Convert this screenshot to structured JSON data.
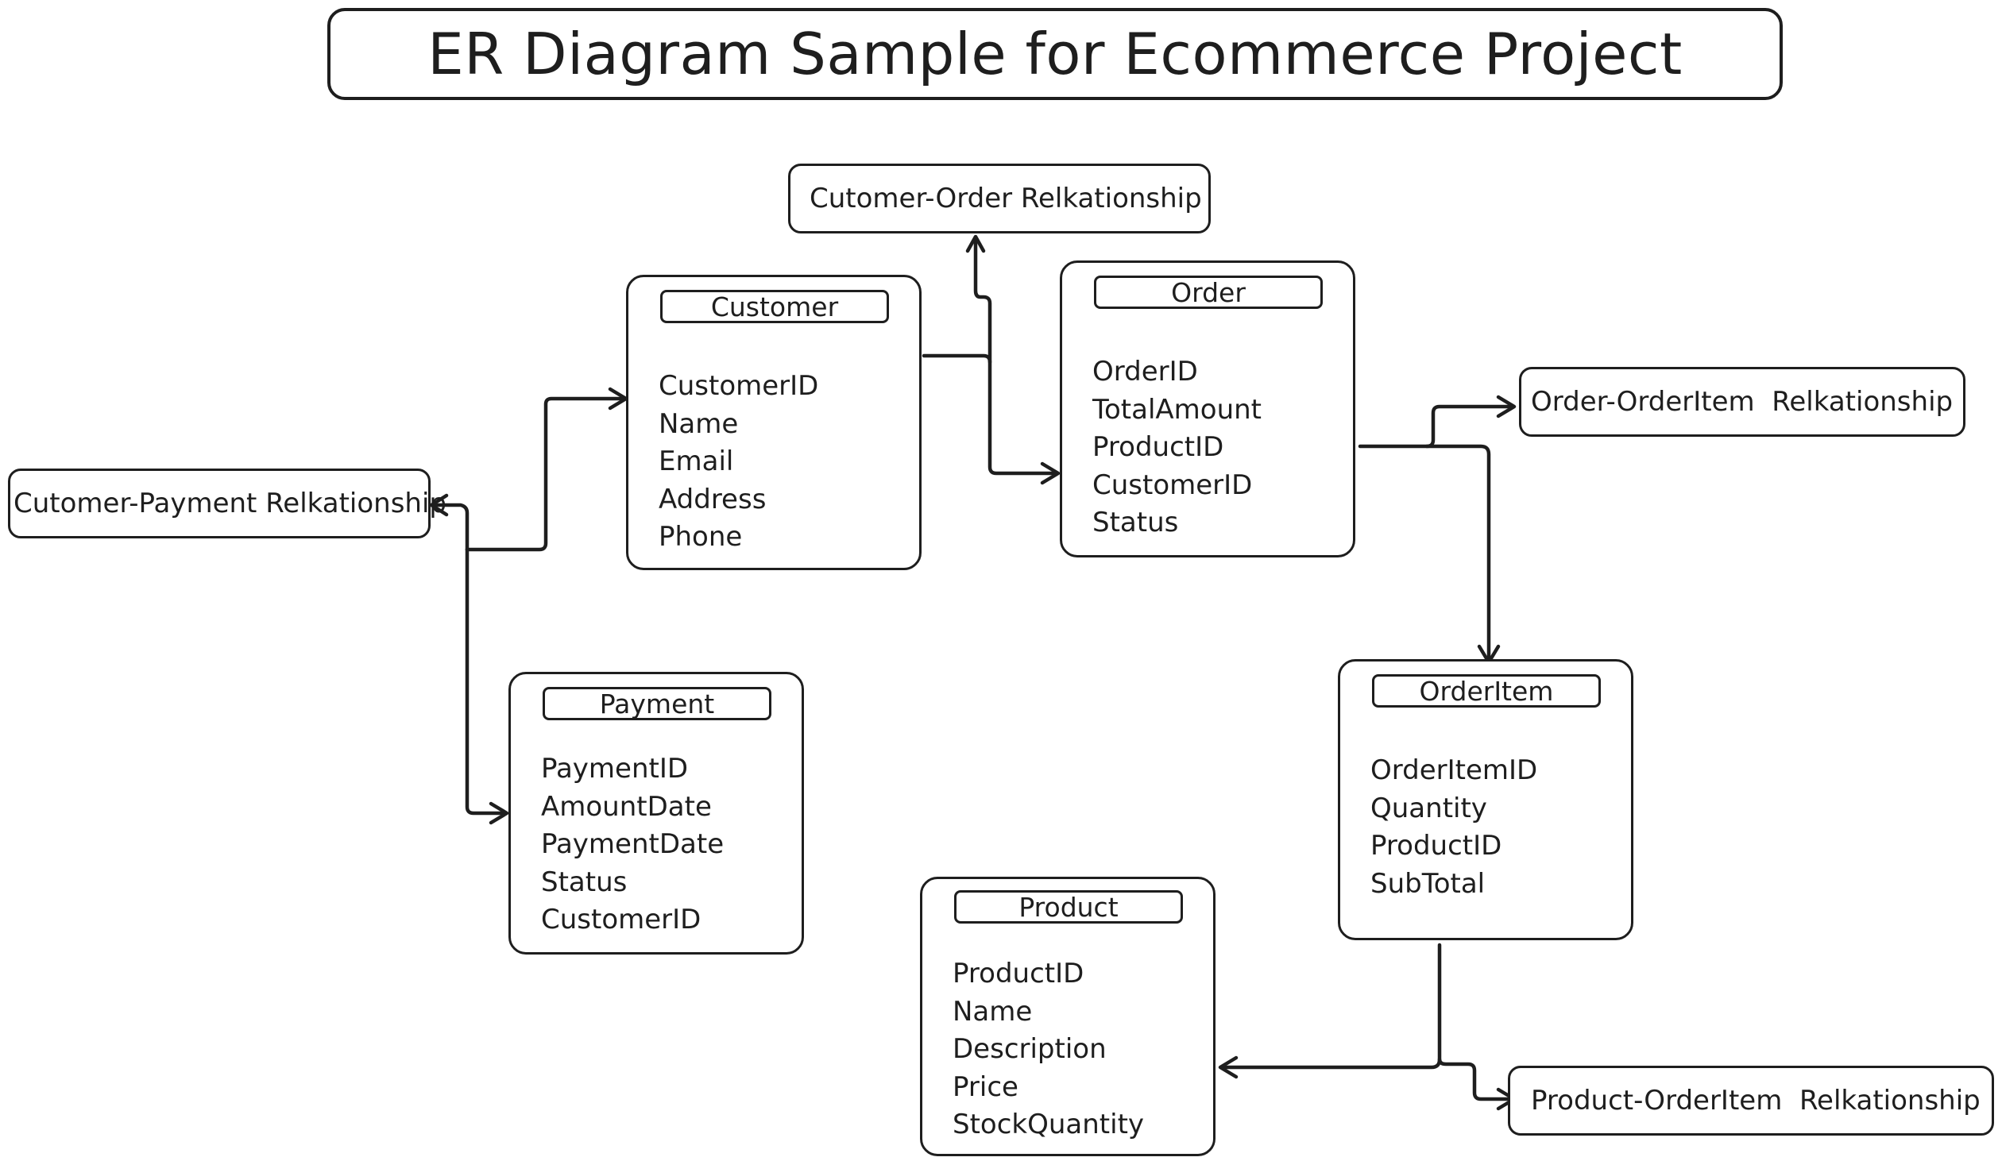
{
  "title": "ER Diagram Sample for Ecommerce Project",
  "entities": {
    "customer": {
      "name": "Customer",
      "fields": [
        "CustomerID",
        "Name",
        "Email",
        "Address",
        "Phone"
      ]
    },
    "order": {
      "name": "Order",
      "fields": [
        "OrderID",
        "TotalAmount",
        "ProductID",
        "CustomerID",
        "Status"
      ]
    },
    "payment": {
      "name": "Payment",
      "fields": [
        "PaymentID",
        "AmountDate",
        "PaymentDate",
        "Status",
        "CustomerID"
      ]
    },
    "orderitem": {
      "name": "OrderItem",
      "fields": [
        "OrderItemID",
        "Quantity",
        "ProductID",
        "SubTotal"
      ]
    },
    "product": {
      "name": "Product",
      "fields": [
        "ProductID",
        "Name",
        "Description",
        "Price",
        "StockQuantity"
      ]
    }
  },
  "relationships": {
    "customer_order": "Cutomer-Order Relkationship",
    "customer_payment": "Cutomer-Payment Relkationship",
    "order_orderitem": "Order-OrderItem  Relkationship",
    "product_orderitem": "Product-OrderItem  Relkationship"
  }
}
